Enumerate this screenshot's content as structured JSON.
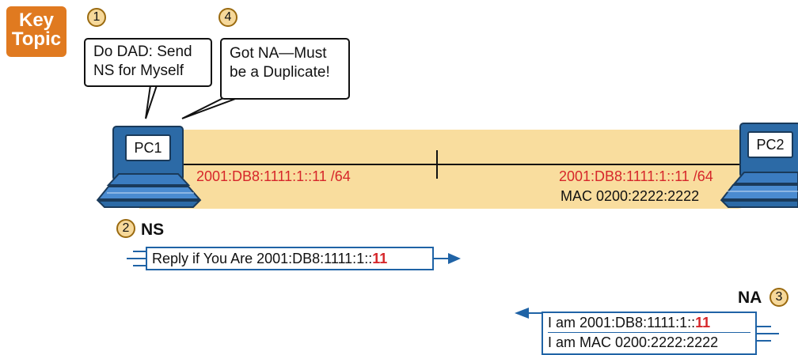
{
  "badge": {
    "line1": "Key",
    "line2": "Topic"
  },
  "steps": {
    "s1": "1",
    "s2": "2",
    "s3": "3",
    "s4": "4"
  },
  "bubble_left": {
    "line1": "Do DAD: Send",
    "line2": "NS for Myself"
  },
  "bubble_right": {
    "line1": "Got NA—Must",
    "line2": "be a Duplicate!"
  },
  "pc1": {
    "label": "PC1",
    "ip": "2001:DB8:1111:1::11 /64"
  },
  "pc2": {
    "label": "PC2",
    "ip": "2001:DB8:1111:1::11 /64",
    "mac": "MAC 0200:2222:2222"
  },
  "ns": {
    "title": "NS",
    "text_prefix": "Reply if You Are 2001:DB8:1111:1::",
    "text_suffix": "11"
  },
  "na": {
    "title": "NA",
    "line1_prefix": "I am 2001:DB8:1111:1::",
    "line1_suffix": "11",
    "line2": "I am MAC 0200:2222:2222"
  },
  "colors": {
    "badge": "#e07a20",
    "lan": "#f9dd9e",
    "ip_red": "#d6262a",
    "arrow_blue": "#1f63a6"
  }
}
